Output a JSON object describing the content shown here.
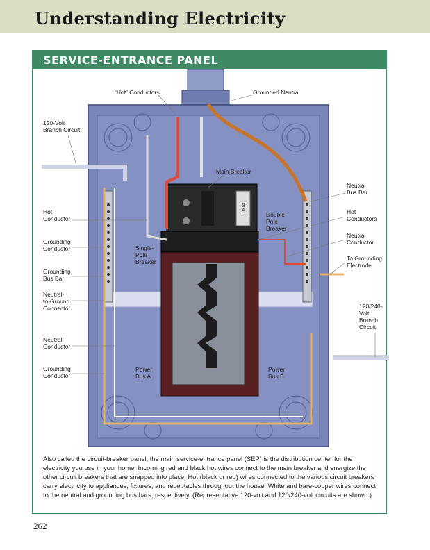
{
  "header": {
    "title": "Understanding Electricity"
  },
  "section": {
    "title": "SERVICE-ENTRANCE PANEL"
  },
  "labels": {
    "hot_conductors_top": "“Hot” Conductors",
    "grounded_neutral": "Grounded Neutral",
    "branch_120": "120-Volt\nBranch Circuit",
    "main_breaker": "Main Breaker",
    "neutral_bus_bar": "Neutral\nBus Bar",
    "hot_conductor_left": "Hot\nConductor",
    "double_pole": "Double-\nPole\nBreaker",
    "hot_conductors_right": "Hot\nConductors",
    "grounding_conductor_left": "Grounding\nConductor",
    "single_pole": "Single-\nPole\nBreaker",
    "neutral_conductor_right": "Neutral\nConductor",
    "grounding_bus_bar": "Grounding\nBus Bar",
    "grounding_electrode": "To Grounding\nElectrode",
    "neutral_to_ground": "Neutral-\nto-Ground\nConnector",
    "branch_120_240": "120/240-\nVolt\nBranch\nCircuit",
    "neutral_conductor_left": "Neutral\nConductor",
    "grounding_conductor_left2": "Grounding\nConductor",
    "power_bus_a": "Power\nBus A",
    "power_bus_b": "Power\nBus B",
    "breaker_mark": "100A"
  },
  "caption": "Also called the circuit-breaker panel, the main service-entrance panel (SEP) is the distribution center for the electricity you use in your home. Incoming red and black hot wires connect to the main breaker and energize the other circuit breakers that are snapped into place. Hot (black or red) wires connected to the various circuit breakers carry electricity to appliances, fixtures, and receptacles throughout the house. White and bare-copper wires connect to the neutral and grounding bus bars, respectively. (Representative 120-volt and 120/240-volt circuits are shown.)",
  "page_number": "262",
  "colors": {
    "band": "#d8dfc4",
    "accent_green": "#3d8a63",
    "panel": "#7a86b9",
    "hot_red": "#e04a3a",
    "copper": "#c8742a",
    "tan_cable": "#e7b36a"
  }
}
